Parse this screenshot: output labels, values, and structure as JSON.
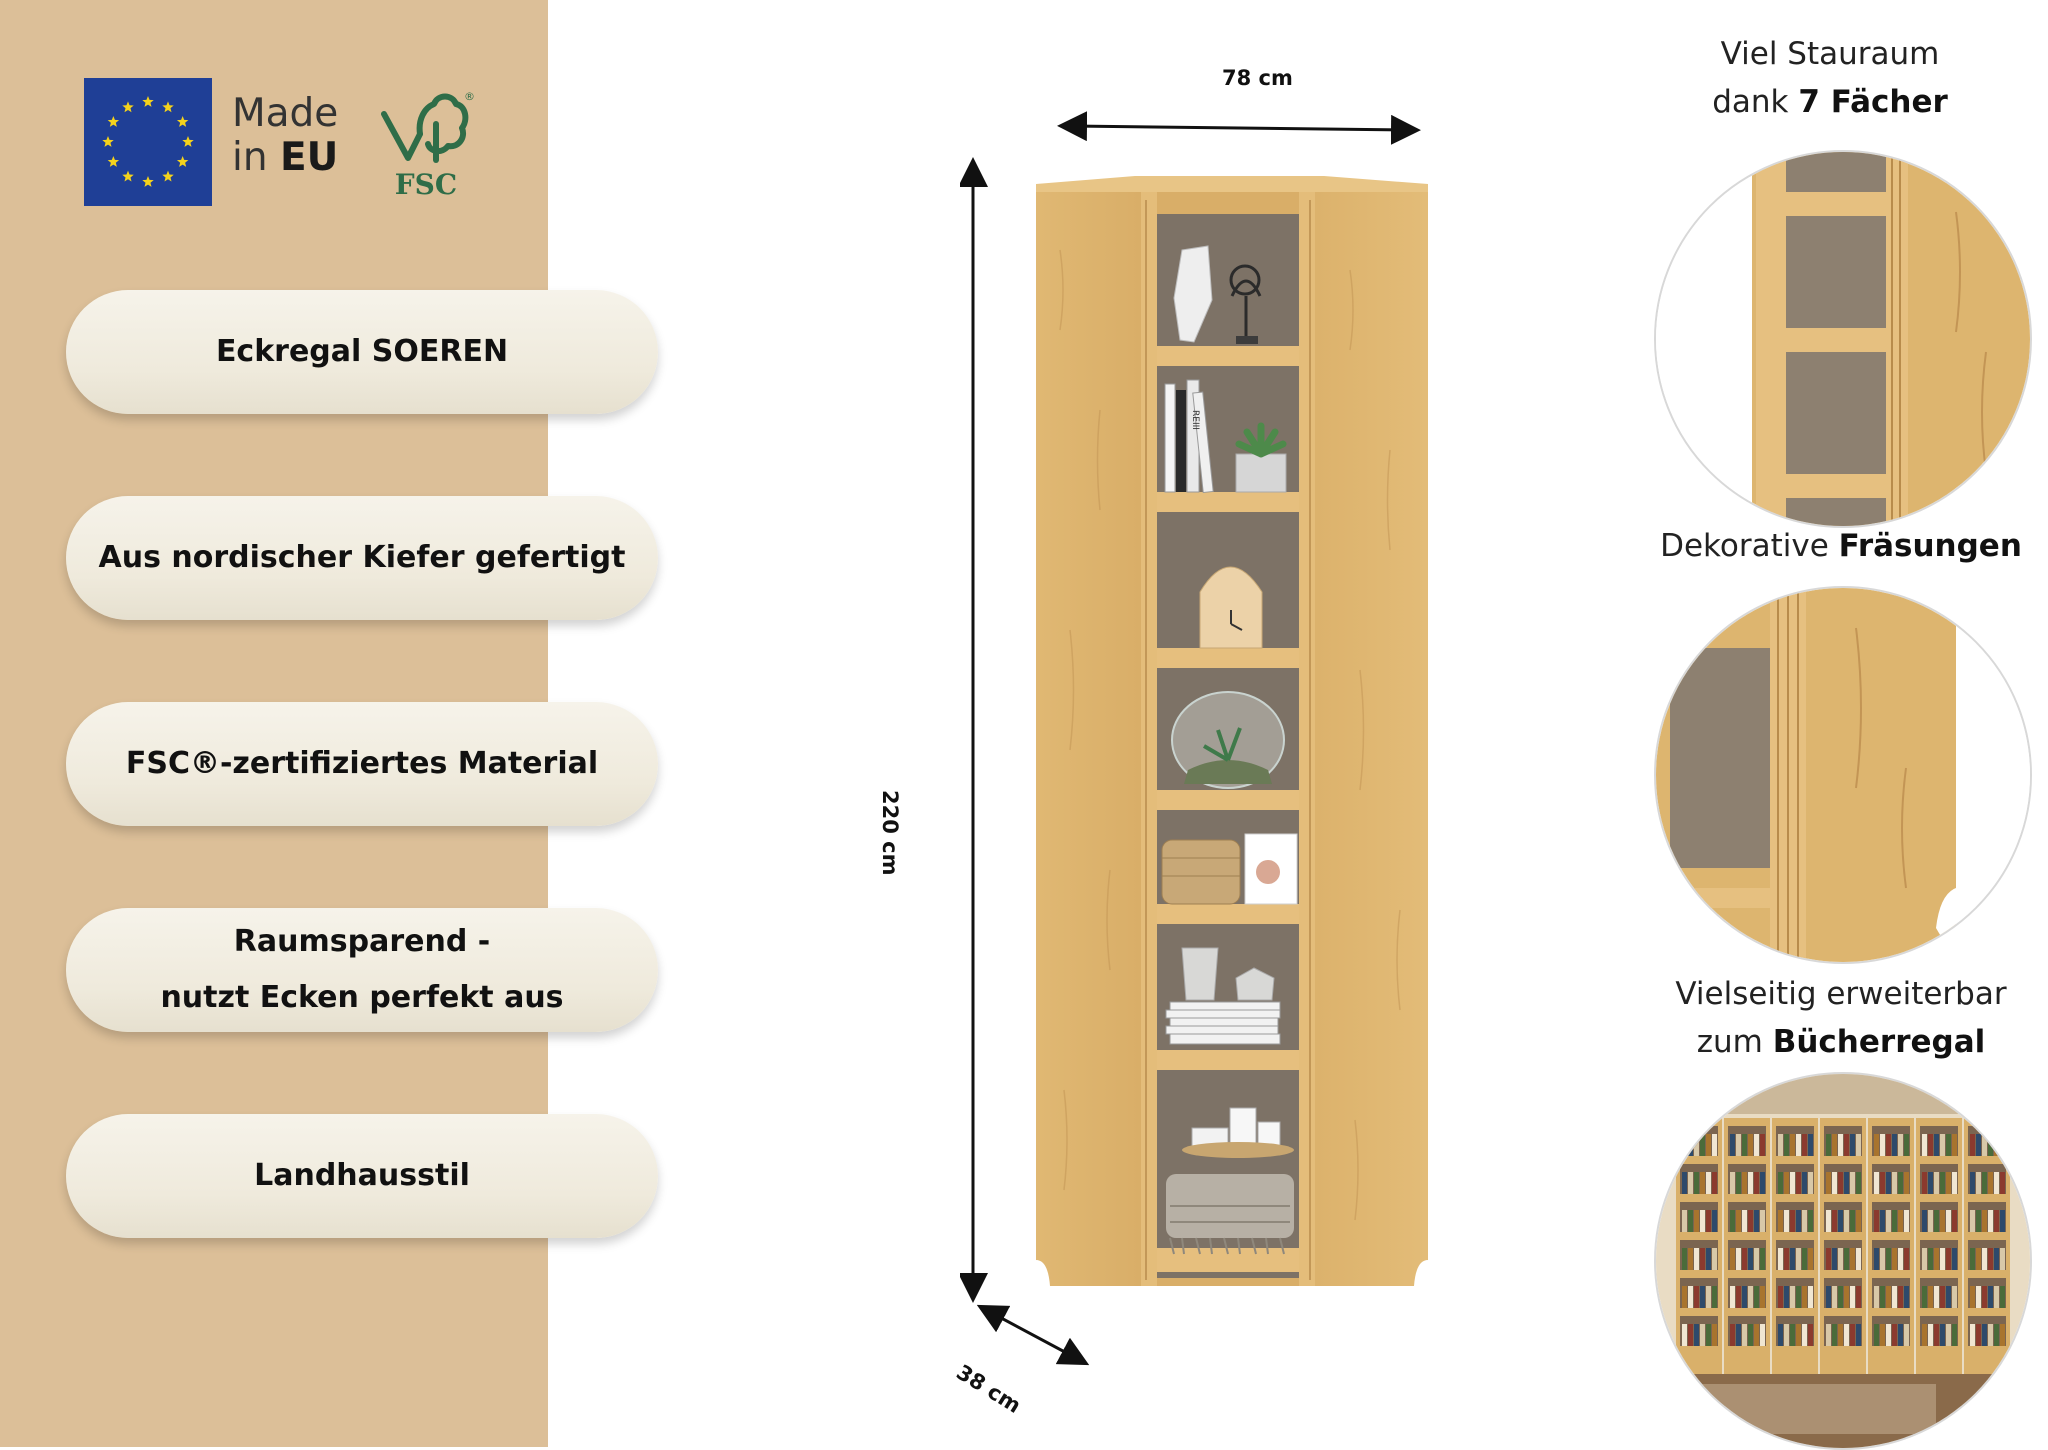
{
  "logos": {
    "made_line1": "Made",
    "made_line2_prefix": "in ",
    "made_line2_bold": "EU",
    "fsc_text": "FSC",
    "registered_mark": "®"
  },
  "features": [
    "Eckregal SOEREN",
    "Aus nordischer Kiefer gefertigt",
    "FSC®-zertifiziertes Material",
    "Raumsparend -",
    "nutzt Ecken perfekt aus",
    "Landhausstil"
  ],
  "dimensions": {
    "width": "78 cm",
    "height": "220 cm",
    "depth": "38 cm"
  },
  "captions": {
    "storage_line1": "Viel Stauraum",
    "storage_line2_prefix": "dank ",
    "storage_line2_bold": "7 Fächer",
    "milling_prefix": "Dekorative ",
    "milling_bold": "Fräsungen",
    "extend_line1": "Vielseitig erweiterbar",
    "extend_line2_prefix": "zum ",
    "extend_line2_bold": "Bücherregal"
  },
  "book_spine_text": "REIII",
  "colors": {
    "sidebar": "#dcbf98",
    "eu_blue": "#1f3f96",
    "eu_star": "#f4d21c",
    "fsc_green": "#2f6d48",
    "pine": "#dcb36f",
    "pill": "#f3efe4"
  }
}
